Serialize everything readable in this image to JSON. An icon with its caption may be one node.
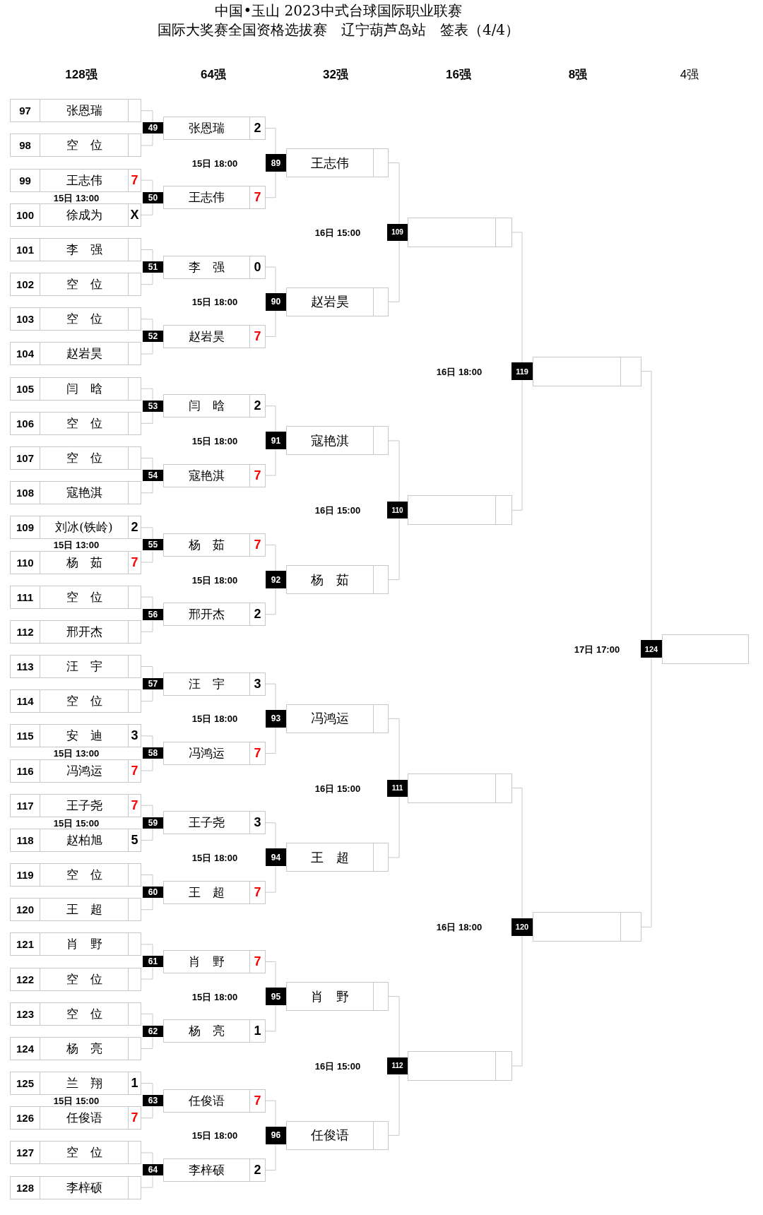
{
  "diagram": {
    "title": "中国•玉山 2023中式台球国际职业联赛",
    "nodes": [
      {
        "text": [
          "97",
          "张恩瑞"
        ]
      },
      {
        "text": [
          "98",
          "空　位"
        ]
      },
      {
        "text": [
          "99",
          "王志伟",
          "7"
        ]
      },
      {
        "text": [
          "100",
          "徐成为",
          "X"
        ]
      },
      {
        "text": [
          "101",
          "李　强"
        ]
      },
      {
        "text": [
          "102",
          "空　位"
        ]
      },
      {
        "text": [
          "103",
          "空　位"
        ]
      },
      {
        "text": [
          "104",
          "赵岩昊"
        ]
      },
      {
        "text": [
          "105",
          "闫　晗"
        ]
      },
      {
        "text": [
          "106",
          "空　位"
        ]
      },
      {
        "text": [
          "107",
          "空　位"
        ]
      },
      {
        "text": [
          "108",
          "寇艳淇"
        ]
      },
      {
        "text": [
          "109",
          "刘冰(铁岭)",
          "2"
        ]
      },
      {
        "text": [
          "110",
          "杨　茹",
          "7"
        ]
      },
      {
        "text": [
          "111",
          "空　位"
        ]
      },
      {
        "text": [
          "112",
          "邢开杰"
        ]
      },
      {
        "text": [
          "113",
          "汪　宇"
        ]
      },
      {
        "text": [
          "114",
          "空　位"
        ]
      },
      {
        "text": [
          "115",
          "安　迪",
          "3"
        ]
      },
      {
        "text": [
          "116",
          "冯鸿运",
          "7"
        ]
      },
      {
        "text": [
          "117",
          "王子尧",
          "7"
        ]
      },
      {
        "text": [
          "118",
          "赵柏旭",
          "5"
        ]
      },
      {
        "text": [
          "119",
          "空　位"
        ]
      },
      {
        "text": [
          "120",
          "王　超"
        ]
      },
      {
        "text": [
          "121",
          "肖　野"
        ]
      },
      {
        "text": [
          "122",
          "空　位"
        ]
      },
      {
        "text": [
          "123",
          "空　位"
        ]
      },
      {
        "text": [
          "124",
          "杨　亮"
        ]
      },
      {
        "text": [
          "125",
          "兰　翔",
          "1"
        ]
      },
      {
        "text": [
          "126",
          "任俊语",
          "7"
        ]
      },
      {
        "text": [
          "127",
          "空　位"
        ]
      },
      {
        "text": [
          "128",
          "李梓硕"
        ]
      },
      {
        "text": [
          "49",
          "张恩瑞",
          "2"
        ]
      },
      {
        "text": [
          "50",
          "王志伟",
          "7"
        ]
      },
      {
        "text": [
          "51",
          "李　强",
          "0"
        ]
      },
      {
        "text": [
          "52",
          "赵岩昊",
          "7"
        ]
      },
      {
        "text": [
          "53",
          "闫　晗",
          "2"
        ]
      },
      {
        "text": [
          "54",
          "寇艳淇",
          "7"
        ]
      },
      {
        "text": [
          "55",
          "杨　茹",
          "7"
        ]
      },
      {
        "text": [
          "56",
          "邢开杰",
          "2"
        ]
      },
      {
        "text": [
          "57",
          "汪　宇",
          "3"
        ]
      },
      {
        "text": [
          "58",
          "冯鸿运",
          "7"
        ]
      },
      {
        "text": [
          "59",
          "王子尧",
          "3"
        ]
      },
      {
        "text": [
          "60",
          "王　超",
          "7"
        ]
      },
      {
        "text": [
          "61",
          "肖　野",
          "7"
        ]
      },
      {
        "text": [
          "62",
          "杨　亮",
          "1"
        ]
      },
      {
        "text": [
          "63",
          "任俊语",
          "7"
        ]
      },
      {
        "text": [
          "64",
          "李梓硕",
          "2"
        ]
      },
      {
        "text": [
          "89",
          "王志伟"
        ],
        "beside": [
          "15日 18:00"
        ]
      },
      {
        "text": [
          "90",
          "赵岩昊"
        ],
        "beside": [
          "15日 18:00"
        ]
      },
      {
        "text": [
          "91",
          "寇艳淇"
        ],
        "beside": [
          "15日 18:00"
        ]
      },
      {
        "text": [
          "92",
          "杨　茹"
        ],
        "beside": [
          "15日 18:00"
        ]
      },
      {
        "text": [
          "93",
          "冯鸿运"
        ],
        "beside": [
          "15日 18:00"
        ]
      },
      {
        "text": [
          "94",
          "王　超"
        ],
        "beside": [
          "15日 18:00"
        ]
      },
      {
        "text": [
          "95",
          "肖　野"
        ],
        "beside": [
          "15日 18:00"
        ]
      },
      {
        "text": [
          "96",
          "任俊语"
        ],
        "beside": [
          "15日 18:00"
        ]
      },
      {
        "text": [
          "109"
        ],
        "beside": [
          "16日 15:00"
        ]
      },
      {
        "text": [
          "110"
        ],
        "beside": [
          "16日 15:00"
        ]
      },
      {
        "text": [
          "111"
        ],
        "beside": [
          "16日 15:00"
        ]
      },
      {
        "text": [
          "112"
        ],
        "beside": [
          "16日 15:00"
        ]
      },
      {
        "text": [
          "119"
        ],
        "beside": [
          "16日 18:00"
        ]
      },
      {
        "text": [
          "120"
        ],
        "beside": [
          "16日 18:00"
        ]
      },
      {
        "text": [
          "124"
        ],
        "beside": [
          "17日 17:00"
        ]
      }
    ],
    "edges": [
      {
        "from": 0,
        "to": 32,
        "arrow": "none"
      },
      {
        "from": 1,
        "to": 32,
        "arrow": "none"
      },
      {
        "from": 2,
        "to": 33,
        "arrow": "none"
      },
      {
        "from": 3,
        "to": 33,
        "arrow": "none"
      },
      {
        "from": 4,
        "to": 34,
        "arrow": "none"
      },
      {
        "from": 5,
        "to": 34,
        "arrow": "none"
      },
      {
        "from": 6,
        "to": 35,
        "arrow": "none"
      },
      {
        "from": 7,
        "to": 35,
        "arrow": "none"
      },
      {
        "from": 8,
        "to": 36,
        "arrow": "none"
      },
      {
        "from": 9,
        "to": 36,
        "arrow": "none"
      },
      {
        "from": 10,
        "to": 37,
        "arrow": "none"
      },
      {
        "from": 11,
        "to": 37,
        "arrow": "none"
      },
      {
        "from": 12,
        "to": 38,
        "arrow": "none"
      },
      {
        "from": 13,
        "to": 38,
        "arrow": "none"
      },
      {
        "from": 14,
        "to": 39,
        "arrow": "none"
      },
      {
        "from": 15,
        "to": 39,
        "arrow": "none"
      },
      {
        "from": 16,
        "to": 40,
        "arrow": "none"
      },
      {
        "from": 17,
        "to": 40,
        "arrow": "none"
      },
      {
        "from": 18,
        "to": 41,
        "arrow": "none"
      },
      {
        "from": 19,
        "to": 41,
        "arrow": "none"
      },
      {
        "from": 20,
        "to": 42,
        "arrow": "none"
      },
      {
        "from": 21,
        "to": 42,
        "arrow": "none"
      },
      {
        "from": 22,
        "to": 43,
        "arrow": "none"
      },
      {
        "from": 23,
        "to": 43,
        "arrow": "none"
      },
      {
        "from": 24,
        "to": 44,
        "arrow": "none"
      },
      {
        "from": 25,
        "to": 44,
        "arrow": "none"
      },
      {
        "from": 26,
        "to": 45,
        "arrow": "none"
      },
      {
        "from": 27,
        "to": 45,
        "arrow": "none"
      },
      {
        "from": 28,
        "to": 46,
        "arrow": "none"
      },
      {
        "from": 29,
        "to": 46,
        "arrow": "none"
      },
      {
        "from": 30,
        "to": 47,
        "arrow": "none"
      },
      {
        "from": 31,
        "to": 47,
        "arrow": "none"
      },
      {
        "from": 32,
        "to": 48,
        "arrow": "none"
      },
      {
        "from": 33,
        "to": 48,
        "arrow": "none"
      },
      {
        "from": 34,
        "to": 49,
        "arrow": "none"
      },
      {
        "from": 35,
        "to": 49,
        "arrow": "none"
      },
      {
        "from": 36,
        "to": 50,
        "arrow": "none"
      },
      {
        "from": 37,
        "to": 50,
        "arrow": "none"
      },
      {
        "from": 38,
        "to": 51,
        "arrow": "none"
      },
      {
        "from": 39,
        "to": 51,
        "arrow": "none"
      },
      {
        "from": 40,
        "to": 52,
        "arrow": "none"
      },
      {
        "from": 41,
        "to": 52,
        "arrow": "none"
      },
      {
        "from": 42,
        "to": 53,
        "arrow": "none"
      },
      {
        "from": 43,
        "to": 53,
        "arrow": "none"
      },
      {
        "from": 44,
        "to": 54,
        "arrow": "none"
      },
      {
        "from": 45,
        "to": 54,
        "arrow": "none"
      },
      {
        "from": 46,
        "to": 55,
        "arrow": "none"
      },
      {
        "from": 47,
        "to": 55,
        "arrow": "none"
      },
      {
        "from": 48,
        "to": 56,
        "arrow": "none"
      },
      {
        "from": 49,
        "to": 56,
        "arrow": "none"
      },
      {
        "from": 50,
        "to": 57,
        "arrow": "none"
      },
      {
        "from": 51,
        "to": 57,
        "arrow": "none"
      },
      {
        "from": 52,
        "to": 58,
        "arrow": "none"
      },
      {
        "from": 53,
        "to": 58,
        "arrow": "none"
      },
      {
        "from": 54,
        "to": 59,
        "arrow": "none"
      },
      {
        "from": 55,
        "to": 59,
        "arrow": "none"
      },
      {
        "from": 56,
        "to": 60,
        "arrow": "none"
      },
      {
        "from": 57,
        "to": 60,
        "arrow": "none"
      },
      {
        "from": 58,
        "to": 61,
        "arrow": "none"
      },
      {
        "from": 59,
        "to": 61,
        "arrow": "none"
      },
      {
        "from": 60,
        "to": 62,
        "arrow": "none"
      },
      {
        "from": 61,
        "to": 62,
        "arrow": "none"
      }
    ],
    "labels": [
      "国际大奖赛全国资格选拔赛　辽宁葫芦岛站　签表（4/4）",
      "128强",
      "64强",
      "32强",
      "16强",
      "8强",
      "4强",
      "15日 13:00",
      "15日 13:00",
      "15日 13:00",
      "15日 15:00",
      "15日 15:00"
    ]
  }
}
